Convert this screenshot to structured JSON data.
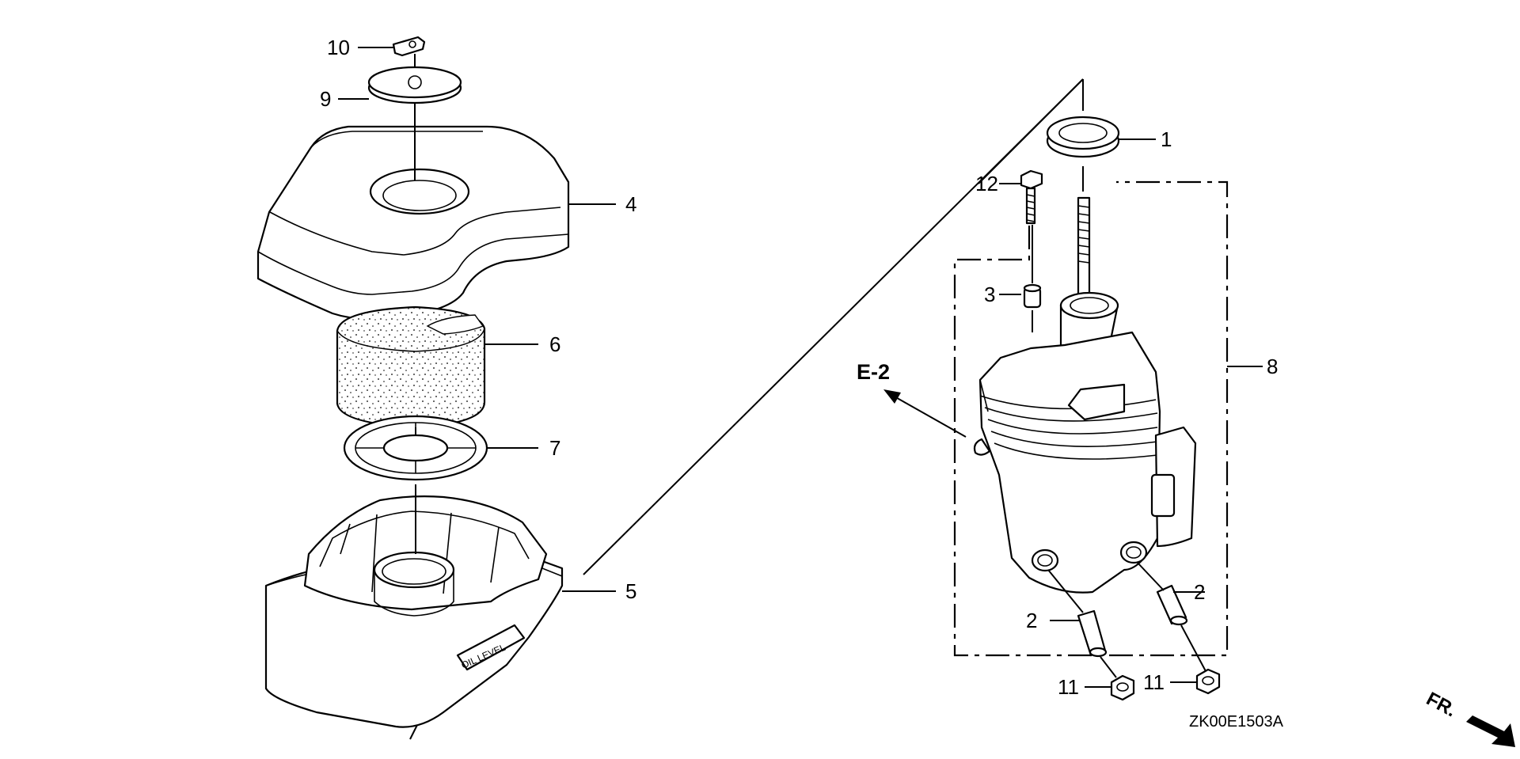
{
  "callouts": {
    "n1": "1",
    "n2a": "2",
    "n2b": "2",
    "n3": "3",
    "n4": "4",
    "n5": "5",
    "n6": "6",
    "n7": "7",
    "n8": "8",
    "n9": "9",
    "n10": "10",
    "n11a": "11",
    "n11b": "11",
    "n12": "12"
  },
  "reference": "E-2",
  "oil_level_text": "OIL LEVEL",
  "diagram_code": "ZK00E1503A",
  "front_marker": "FR."
}
